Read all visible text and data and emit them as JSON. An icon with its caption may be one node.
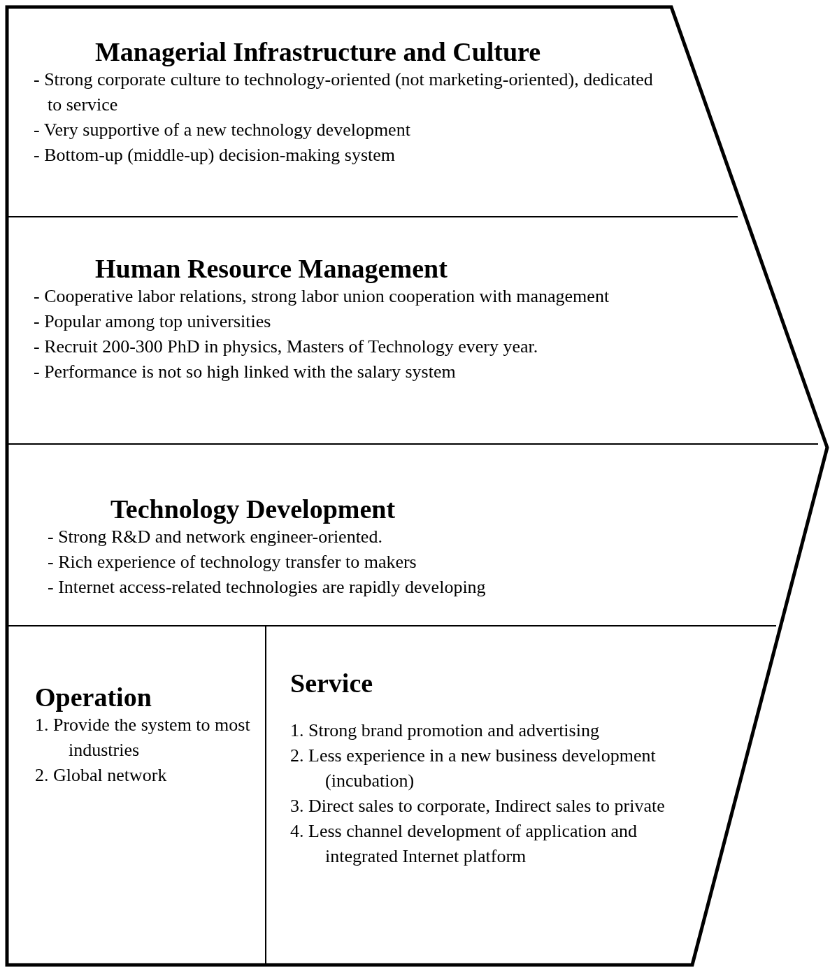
{
  "diagram": {
    "nodes": [
      {
        "text": [
          "Managerial Infrastructure and Culture",
          "- Strong corporate culture to technology-oriented (not marketing-oriented), dedicated to service",
          "- Very supportive of a new technology development",
          "- Bottom-up (middle-up) decision-making system"
        ]
      },
      {
        "text": [
          "Human Resource Management",
          "- Cooperative labor relations, strong labor union cooperation with management",
          "- Popular among top universities",
          "- Recruit 200-300 PhD in physics, Masters of Technology every year.",
          "- Performance is not so high linked with the salary system"
        ]
      },
      {
        "text": [
          "Technology Development",
          "- Strong R&D and network engineer-oriented.",
          "- Rich experience of technology transfer to makers",
          "- Internet access-related technologies are rapidly developing"
        ]
      },
      {
        "text": [
          "Operation",
          "1. Provide the system to most industries",
          "2. Global network"
        ]
      },
      {
        "text": [
          "Service",
          "1. Strong brand promotion and advertising",
          "2. Less experience in a new business development (incubation)",
          "3. Direct sales to corporate, Indirect sales to private",
          "4. Less channel development of application and integrated Internet platform"
        ]
      }
    ]
  }
}
